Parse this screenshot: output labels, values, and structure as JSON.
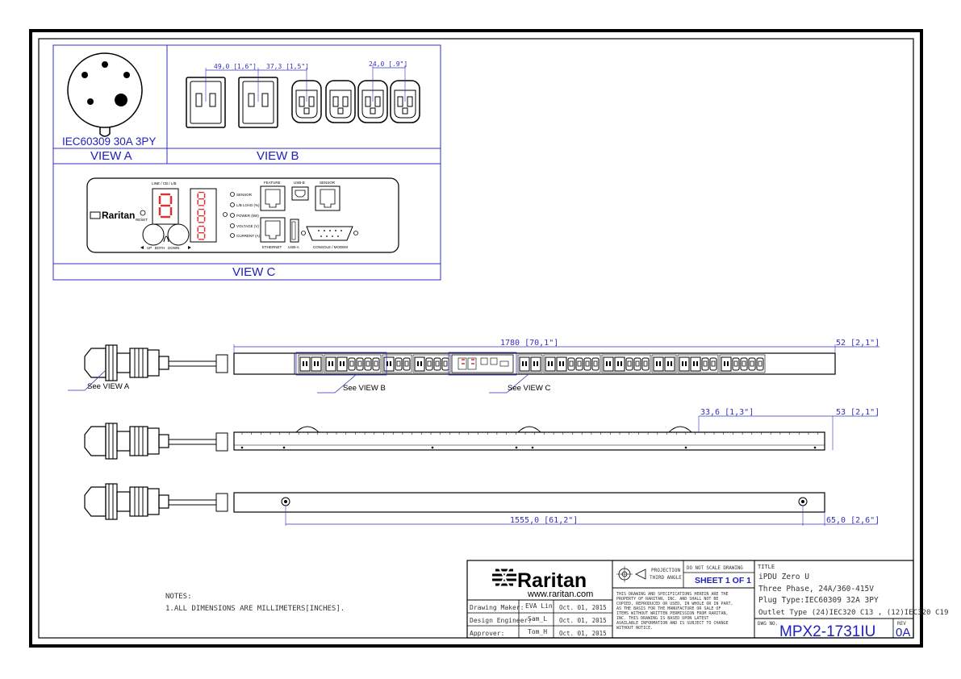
{
  "views": {
    "view_a_plug_label": "IEC60309 30A 3PY",
    "view_a_title": "VIEW A",
    "view_b_title": "VIEW B",
    "view_c_title": "VIEW C",
    "dim_c19_pitch": "49,0 [1,6\"]",
    "dim_c19_to_c13": "37,3 [1,5\"]",
    "dim_c13_pitch": "24,0 [.9\"]"
  },
  "panel": {
    "brand": "Raritan",
    "line_label": "LINE / CB / L/B",
    "reset": "RESET",
    "led_labels": [
      "SENSOR",
      "L/B LOAD (%)",
      "POWER (kW)",
      "VOLTAGE (V)",
      "CURRENT (A)"
    ],
    "button_labels": "UP   BOTH   DOWN",
    "feature": "FEATURE",
    "usb_b": "USB-B",
    "sensor": "SENSOR",
    "ethernet": "ETHERNET",
    "usb_a": "USB-A",
    "console": "CONSOLE / MODEM"
  },
  "elevations": {
    "dim_length": "1780 [70,1\"]",
    "dim_width": "52 [2,1\"]",
    "dim_breaker": "33,6 [1,3\"]",
    "dim_depth": "53 [2,1\"]",
    "dim_mount": "1555,0 [61,2\"]",
    "dim_end": "65,0 [2,6\"]",
    "callout_a": "See VIEW A",
    "callout_b": "See VIEW B",
    "callout_c": "See VIEW C"
  },
  "notes": {
    "title": "NOTES:",
    "line1": "1.ALL DIMENSIONS ARE MILLIMETERS[INCHES]."
  },
  "title_block": {
    "brand": "Raritan",
    "url": "www.raritan.com",
    "rows": [
      {
        "role": "Drawing Maker:",
        "name": "EVA Lin",
        "date": "Oct. 01, 2015"
      },
      {
        "role": "Design Engineer:",
        "name": "Sam_L",
        "date": "Oct. 01, 2015"
      },
      {
        "role": "Approver:",
        "name": "Tom_H",
        "date": "Oct. 01, 2015"
      }
    ],
    "projection_1": "PROJECTION",
    "projection_2": "THIRD ANGLE",
    "do_not_scale": "DO NOT SCALE DRAWING",
    "sheet": "SHEET 1 OF 1",
    "disclaimer": [
      "THIS DRAWING AND SPECIFICATIONS HEREIN ARE THE",
      "PROPERTY OF RARITAN, INC. AND SHALL NOT BE",
      "COPIED, REPRODUCED OR USED, IN WHOLE OR IN PART,",
      "AS THE BASIS FOR THE MANUFACTURE OR SALE OF",
      "ITEMS WITHOUT WRITTEN PERMISSION FROM RARITAN,",
      "INC. THIS DRAWING IS BASED UPON LATEST",
      "AVAILABLE INFORMATION AND IS SUBJECT TO CHANGE",
      "WITHOUT NOTICE."
    ],
    "title_label": "TITLE",
    "title_lines": [
      "iPDU Zero U",
      "Three Phase, 24A/360-415V",
      "Plug Type:IEC60309 32A 3PY",
      "Outlet Type (24)IEC320 C13 , (12)IEC320 C19"
    ],
    "dwg_label": "DWG NO.",
    "dwg_no": "MPX2-1731IU",
    "rev_label": "REV",
    "rev": "0A"
  }
}
